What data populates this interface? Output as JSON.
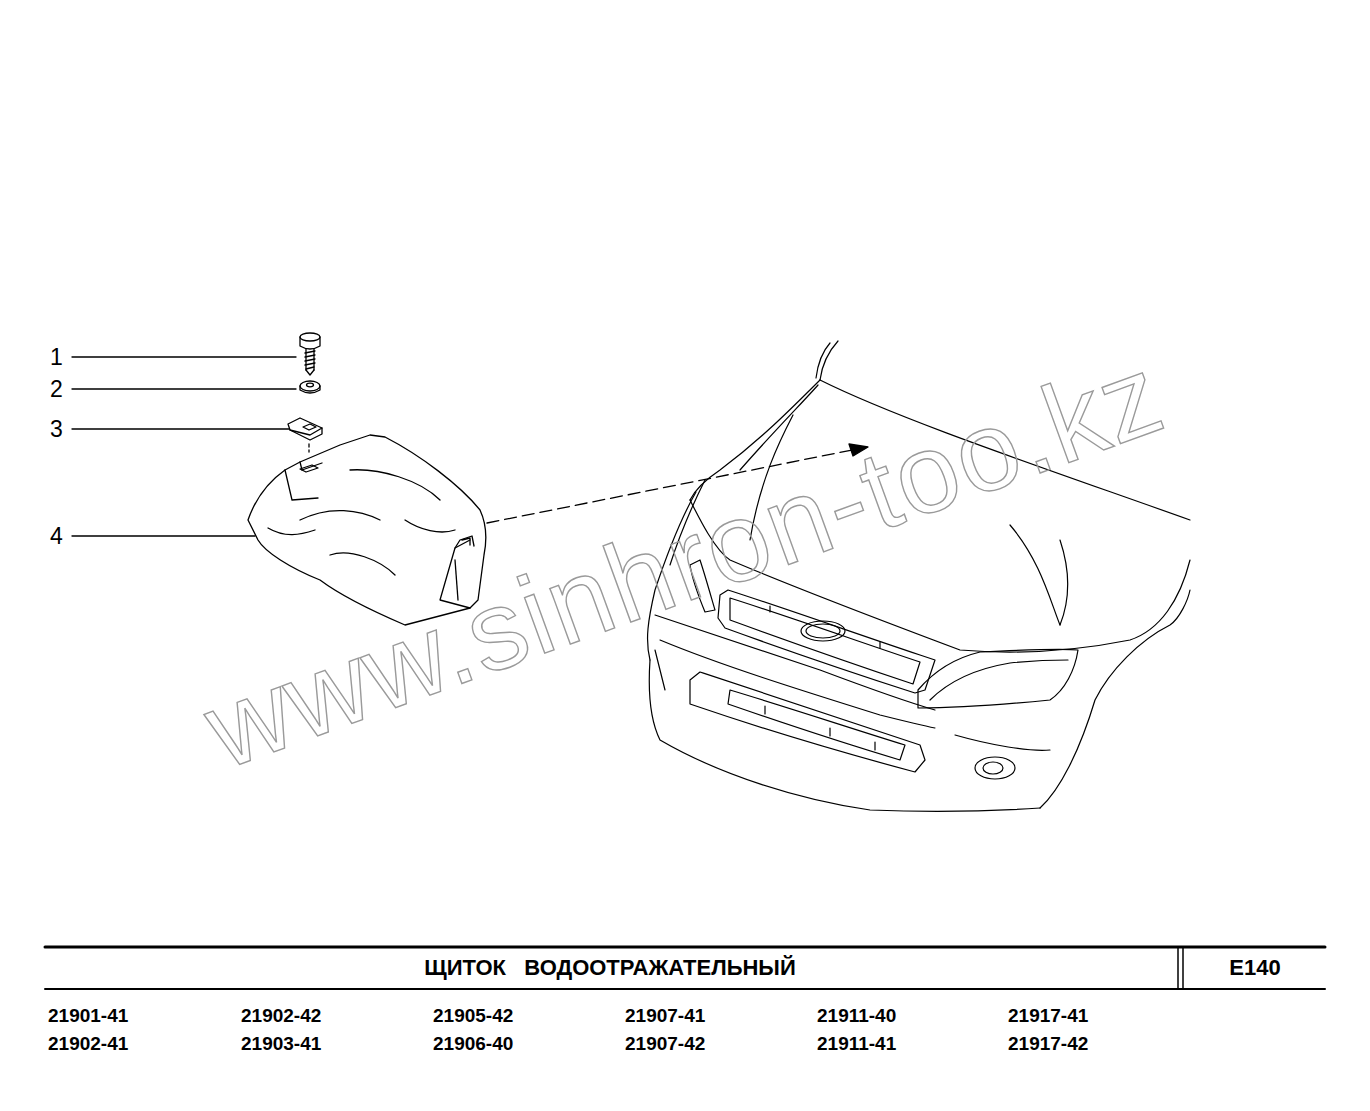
{
  "diagram": {
    "title": "ЩИТОК   ВОДООТРАЖАТЕЛЬНЫЙ",
    "labels": [
      "1",
      "2",
      "3",
      "4",
      "www.sinhron-too.kz",
      "E140",
      "21901-41",
      "21902-42",
      "21905-42",
      "21907-41",
      "21911-40",
      "21917-41",
      "21902-41",
      "21903-41",
      "21906-40",
      "21907-42",
      "21911-41",
      "21917-42"
    ]
  }
}
